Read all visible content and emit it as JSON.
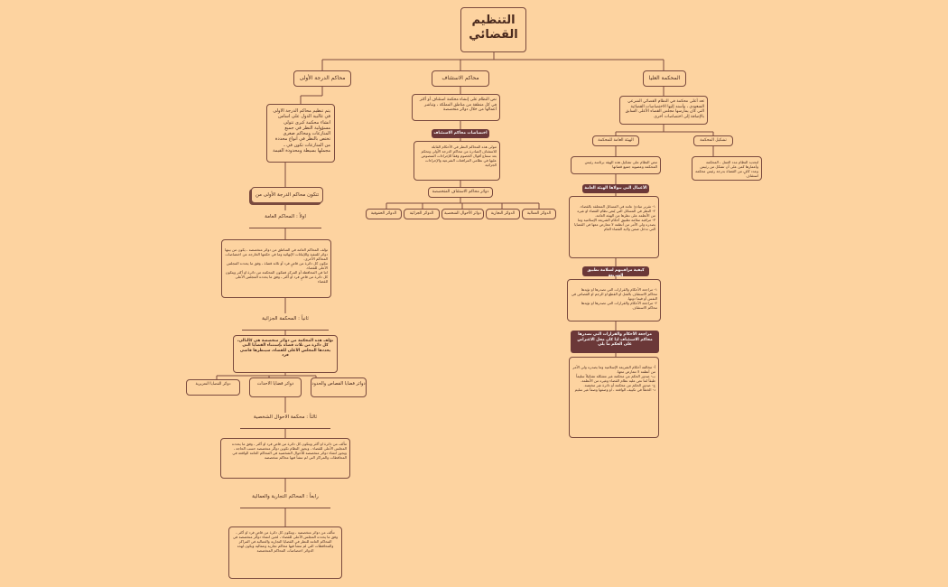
{
  "root": "التنظيم القضائي",
  "branches": {
    "supreme": "المحكمة العليا",
    "appeal": "محاكم الاستئناف",
    "first": "محاكم الدرجة الأولى"
  },
  "supreme": {
    "desc": "تعد أعلى محكمة في النظام القضائي الشرعي السعودي ، وأسند إليها الاختصاصات القضائية التي كان يمارسها مجلس القضاء الأعلى السابق بالإضافة إلى اختصاصات أخرى",
    "formation": "تشكيل المحكمة",
    "formation_desc": "لتحديد النظام مدد العمل ، المحكمة وأعمارها كمن على أن تشكل من رئيس وعدد كافٍ من القضاة بدرجة رئيس محكمة استئناف",
    "general_body": "الهيئة العامة للمحكمة",
    "general_body_desc": "تنص النظام على تشكيل هذه الهيئة برئاسة رئيس المحكمة وعضوية جميع قضاتها",
    "tasks_title": "الأعمال التي تتولاها الهيئة العامة",
    "tasks_desc": "١- تقرير مبادئ عامة في المسائل المتعلقة بالقضاء.\n٢- النظر في المسائل التي يُنص نظام القضاء او غيره من الأنظمة على نظرها من الهيئة العامة.\n٣- مراقبة سلامة تطبيق أحكام الشريعة الإسلامية وما يصدره ولي الأمر من أنظمة لا تتعارض معها في القضايا التي تدخل ضمن ولاية القضاء العام",
    "review_title": "كيفية مراقبتهم لسلامة تطبيق الشريعة",
    "review_desc": "١- مراجعة الأحكام والقرارات التي تصدرها او تؤيدها محاكم الاستئناف بالقتل او القطع او الرجم او القصاص في النفس أو فيما دونها.\n٢- مراجعة الأحكام والقرارات التي تصدرها او تؤيدها محاكم الاستئناف",
    "objection_title": "مراجعة الأحكام والقرارات التي تصدرها محاكم الاستئناف اذا كان محل الاعتراض على الحكم ما يلي",
    "objection_desc": "أ- مخالفة أحكام الشريعة الإسلامية وما يصدره ولي الأمر من أنظمة لا تتعارض معها.\nب- صدور الحكم من محكمة غير مشكلة تشكيلاً سليماً طبقاً لما نص عليه نظام القضاء وغيره من الأنظمة.\nج- صدور الحكم من محكمة أو دائرة غير مختصة.\nد- الخطأ في تكييف الواقعة ، او وصفها وصفاً غير سليم"
  },
  "appeal": {
    "desc": "نص النظام على إنشاء محكمة استئناف أو أكثر في كل منطقة من مناطق المملكة ، وتباشر أعمالها من خلال دوائر متخصصة",
    "jurisdiction_title": "اختصاصات محاكم الاستئناف",
    "jurisdiction_desc": "تتولى هذه المحاكم النظر في الأحكام القابلة للاستئناف الصادرة من محاكم الدرجة الأولى وتحكم بعد سماع أقوال الخصوم وفقاً للإجراءات المنصوص عليها في نظامي المرافعات الشرعية والإجراءات الجزائية",
    "circuits_title": "دوائر محاكم الاستئناف المتخصصة",
    "circuits": [
      "الدوائر الحقوقية",
      "الدوائر الجزائية",
      "دوائر الأحوال الشخصية",
      "الدوائر التجارية",
      "الدوائر العمالية"
    ]
  },
  "first": {
    "desc": "يتم تنظيم محاكم الدرجة الاولى في غالبية الدول على اساس انشاء محكمة كبرى تتولى مسؤولية النظر في جميع المنازعات ومحاكم صغرى تختص بالنظر في انواع محددة من المنازعات تكون في ـ مجملها بسيطة ومحدودة القيمة",
    "composed_title": "تتكون محاكم الدرجة الأولى من",
    "general_title": "اولاً : المحاكم العامة",
    "general_desc": "تؤلف المحاكم العامة في المناطق من دوائر متخصصة ، يكون من بينها دوائر للتنفيذ وللإثباتات الإنهائية وما في حكمها الخارجة عن اختصاصات المحاكم الأخرى.\nتتكون كل دائرة من قاضٍ فرد أو ثلاثة قضاة ، وفق ما يحدده المجلس الأعلى للقضاء.\nاما في المحافظة أو المركز فتتكون المحكمة من دائرة او أكثر ويتكون كل دائرة من قاضٍ فرد او أكثر ـ وفق ما يحدده المجلس الأعلى للقضاء",
    "criminal_title": "ثانياً : المحكمة الجزائية",
    "criminal_desc": "تؤلف هذه المحكمة من دوائر متخصصة هي كالتالي، كل دائرة من ثلاث قضاة بإستثناء القضايا التي يحددها المجلس الأعلى للقضاء، سينظرها قاضي فرد",
    "criminal_circuits": [
      "دوائر قضايا القصاص والحدود",
      "دوائر قضايا الاحداث",
      "دوائر القضايا التعزيرية"
    ],
    "personal_title": "ثالثاً : محكمة الاحوال الشخصية",
    "personal_desc": "تتألف من دائرة او أكثر ويتكون كل دائرة من قاضٍ فرد او أكثر ، وفق ما يحدده المجلس الأعلى للقضاء ، ويجوز النظام تكوين دوائر متخصصة حسب الحاجة ، ويجوز انشاء دوائر متخصصة للأحوال الشخصية في المحاكم العامة الواقعة في المحافظات والمراكز التي لم تنشأ فيها محاكم متخصصة",
    "commercial_title": "رابعاً : المحاكم التجارية والعمالية",
    "commercial_desc": "تتألف من دوائر متخصصة ، ويتكون كل دائرة من قاضٍ فرد او أكثر ، وفق ما يحدده المجلس الأعلى للقضاء ، لحين انشاء دوائر متخصصة في المحاكم العامة للنظر في القضايا التجارية والعمالية في المراكز والمحافظات التي لم تنشأ فيها محاكم تجارية وعمالية ويكون لهذه الدوائر اختصاصات المحاكم المتخصصة"
  },
  "colors": {
    "background": "#fdd3a0",
    "line": "#7a4a3e",
    "label_fill": "#6b3838"
  }
}
